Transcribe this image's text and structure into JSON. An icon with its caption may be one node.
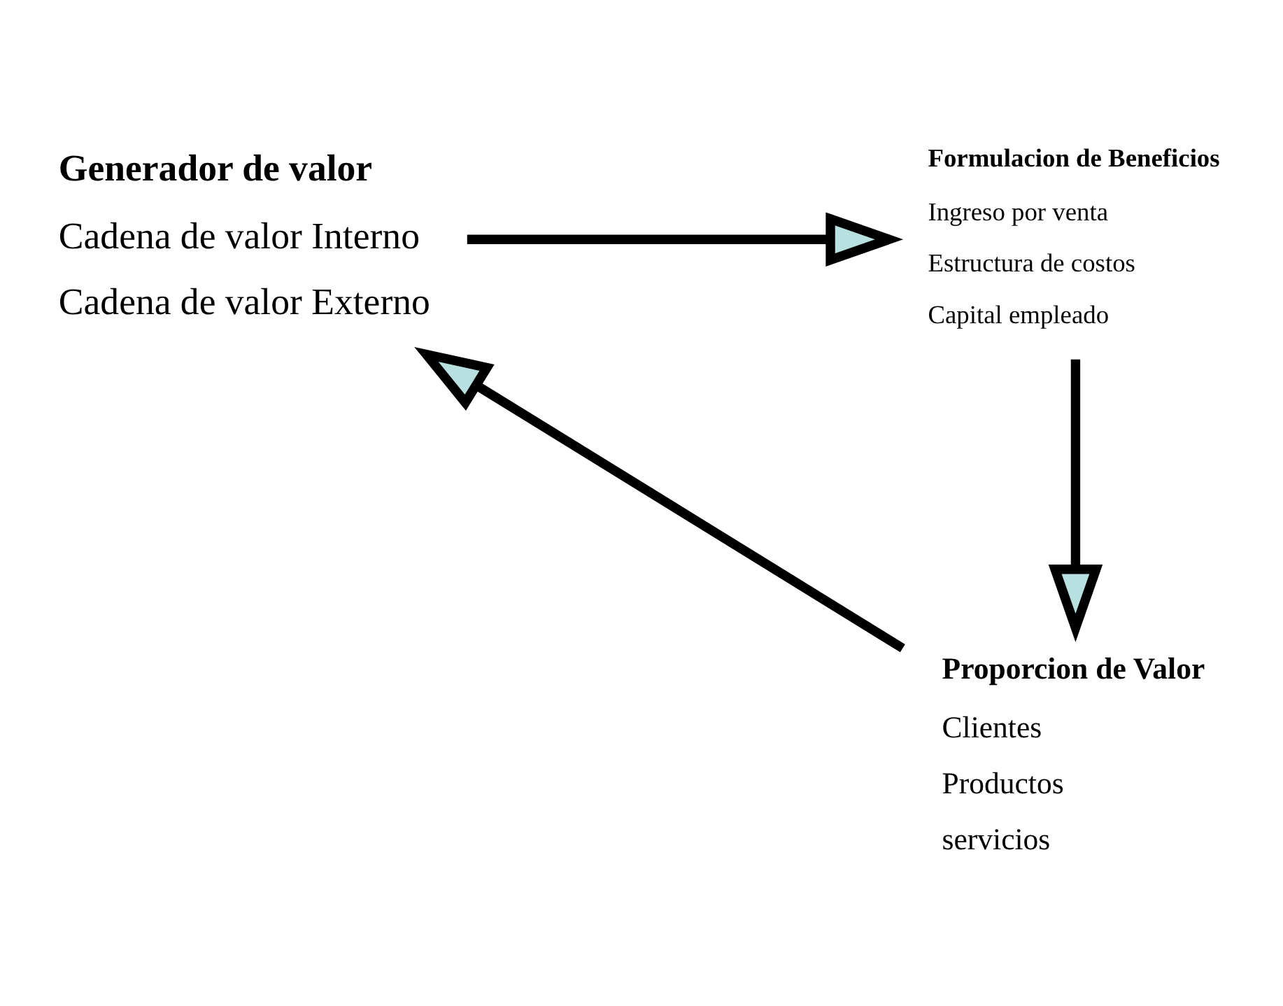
{
  "diagram": {
    "nodes": [
      {
        "text": [
          "Generador de valor",
          "Cadena de valor Interno",
          "Cadena de valor Externo"
        ]
      },
      {
        "text": [
          "Formulacion de Beneficios",
          "Ingreso por venta",
          "Estructura de costos",
          "Capital empleado"
        ]
      },
      {
        "text": [
          "Proporcion de Valor",
          "Clientes",
          "Productos",
          "servicios"
        ]
      }
    ],
    "edges": [
      {
        "from": 0,
        "to": 1,
        "arrow": "to"
      },
      {
        "from": 1,
        "to": 2,
        "arrow": "to"
      },
      {
        "from": 2,
        "to": 0,
        "arrow": "to"
      }
    ]
  }
}
